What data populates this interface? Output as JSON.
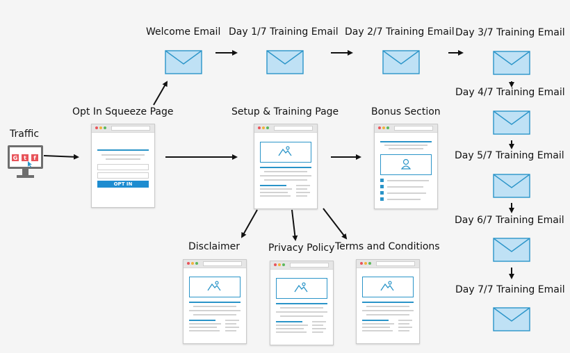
{
  "colors": {
    "envelope_fill": "#bfe1f5",
    "envelope_stroke": "#2a94c8",
    "accent": "#2a94c8",
    "button": "#1e8cd0"
  },
  "traffic": {
    "label": "Traffic",
    "icons": [
      "google-icon",
      "twitter-icon",
      "facebook-icon"
    ]
  },
  "optin": {
    "label": "Opt In Squeeze Page",
    "button": "OPT IN"
  },
  "setup": {
    "label": "Setup & Training Page"
  },
  "bonus": {
    "label": "Bonus Section"
  },
  "emails": [
    "Welcome Email",
    "Day 1/7 Training Email",
    "Day 2/7 Training Email",
    "Day 3/7 Training Email",
    "Day 4/7 Training Email",
    "Day 5/7 Training Email",
    "Day 6/7 Training Email",
    "Day 7/7 Training Email"
  ],
  "legal": [
    "Disclaimer",
    "Privacy Policy",
    "Terms and Conditions"
  ]
}
